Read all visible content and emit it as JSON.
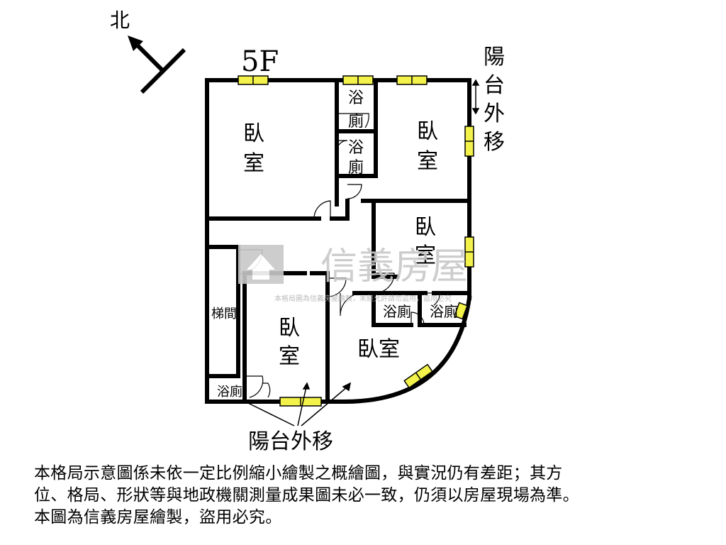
{
  "north_label": "北",
  "floor_label": "5F",
  "balcony_right": [
    "陽",
    "台",
    "外",
    "移"
  ],
  "balcony_bottom": "陽台外移",
  "rooms": {
    "bedroom_nw": [
      "臥",
      "室"
    ],
    "bedroom_ne": [
      "臥",
      "室"
    ],
    "bedroom_mid": [
      "臥",
      "室"
    ],
    "bedroom_sw": [
      "臥",
      "室"
    ],
    "bedroom_se": "臥室",
    "bath_top_1": [
      "浴",
      "廁"
    ],
    "bath_top_2": [
      "浴",
      "廁"
    ],
    "bath_right_1": "浴廁",
    "bath_right_2": "浴廁",
    "bath_bottom": "浴廁",
    "stairs": "梯間"
  },
  "watermark": {
    "brand": "信義房屋",
    "notice": "本格局圖為信義房屋繪製，未經允許請勿盜用，盜用必究"
  },
  "disclaimer": [
    "本格局示意圖係未依一定比例縮小繪製之概繪圖，與實況仍有差距；其方",
    "位、格局、形狀等與地政機關測量成果圖未必一致，仍須以房屋現場為準。",
    "本圖為信義房屋繪製，盜用必究。"
  ],
  "colors": {
    "wall": "#000000",
    "window": "#f2f24a",
    "watermark": "#c8c8c8"
  }
}
